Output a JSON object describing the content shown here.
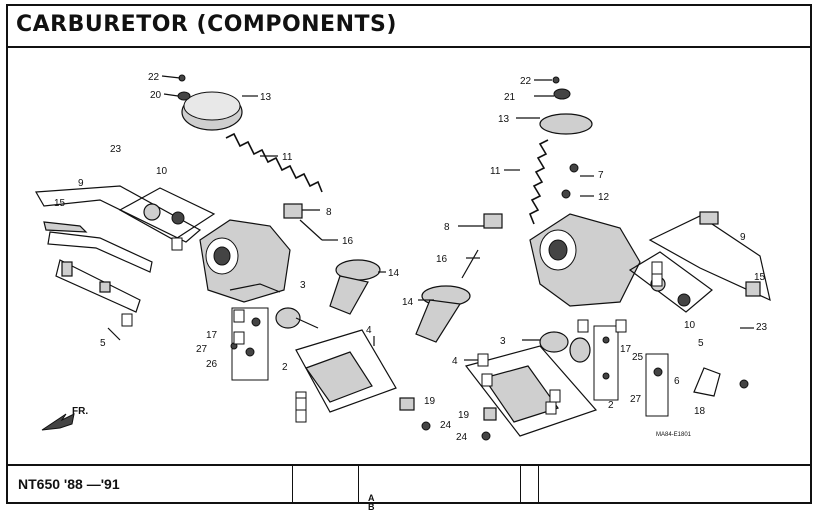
{
  "title": "CARBURETOR (COMPONENTS)",
  "footer": {
    "model": "NT650 '88 —'91",
    "side_marks": [
      "A",
      "B"
    ]
  },
  "diagram": {
    "front_marker": "FR.",
    "drawing_code": "MA84-E1801",
    "left_callouts": [
      "22",
      "20",
      "13",
      "11",
      "23",
      "10",
      "9",
      "15",
      "8",
      "16",
      "3",
      "14",
      "5",
      "17",
      "27",
      "26",
      "2",
      "4",
      "19",
      "24"
    ],
    "right_callouts": [
      "22",
      "21",
      "13",
      "11",
      "7",
      "12",
      "8",
      "16",
      "14",
      "9",
      "15",
      "10",
      "23",
      "3",
      "4",
      "5",
      "17",
      "25",
      "6",
      "27",
      "2",
      "18",
      "19",
      "24"
    ]
  }
}
